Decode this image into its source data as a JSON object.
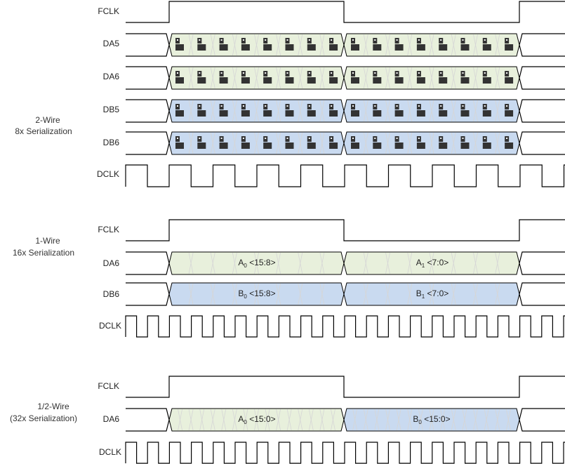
{
  "colors": {
    "green": "#e8f0dc",
    "blue": "#c9daf0"
  },
  "section1": {
    "caption_line1": "2-Wire",
    "caption_line2": "8x Serialization",
    "signals": [
      "FCLK",
      "DA5",
      "DA6",
      "DB5",
      "DB6",
      "DCLK"
    ]
  },
  "section2": {
    "caption_line1": "1-Wire",
    "caption_line2": "16x Serialization",
    "signals": [
      "FCLK",
      "DA6",
      "DB6",
      "DCLK"
    ],
    "da6_words": [
      {
        "base": "A",
        "sub": "0",
        "bits": " <15:8>"
      },
      {
        "base": "A",
        "sub": "1",
        "bits": " <7:0>"
      }
    ],
    "db6_words": [
      {
        "base": "B",
        "sub": "0",
        "bits": " <15:8>"
      },
      {
        "base": "B",
        "sub": "1",
        "bits": " <7:0>"
      }
    ]
  },
  "section3": {
    "caption_line1": "1/2-Wire",
    "caption_line2": "(32x Serialization)",
    "signals": [
      "FCLK",
      "DA6",
      "DCLK"
    ],
    "da6_words": [
      {
        "base": "A",
        "sub": "0",
        "bits": " <15:0>"
      },
      {
        "base": "B",
        "sub": "0",
        "bits": " <15:0>"
      }
    ]
  }
}
